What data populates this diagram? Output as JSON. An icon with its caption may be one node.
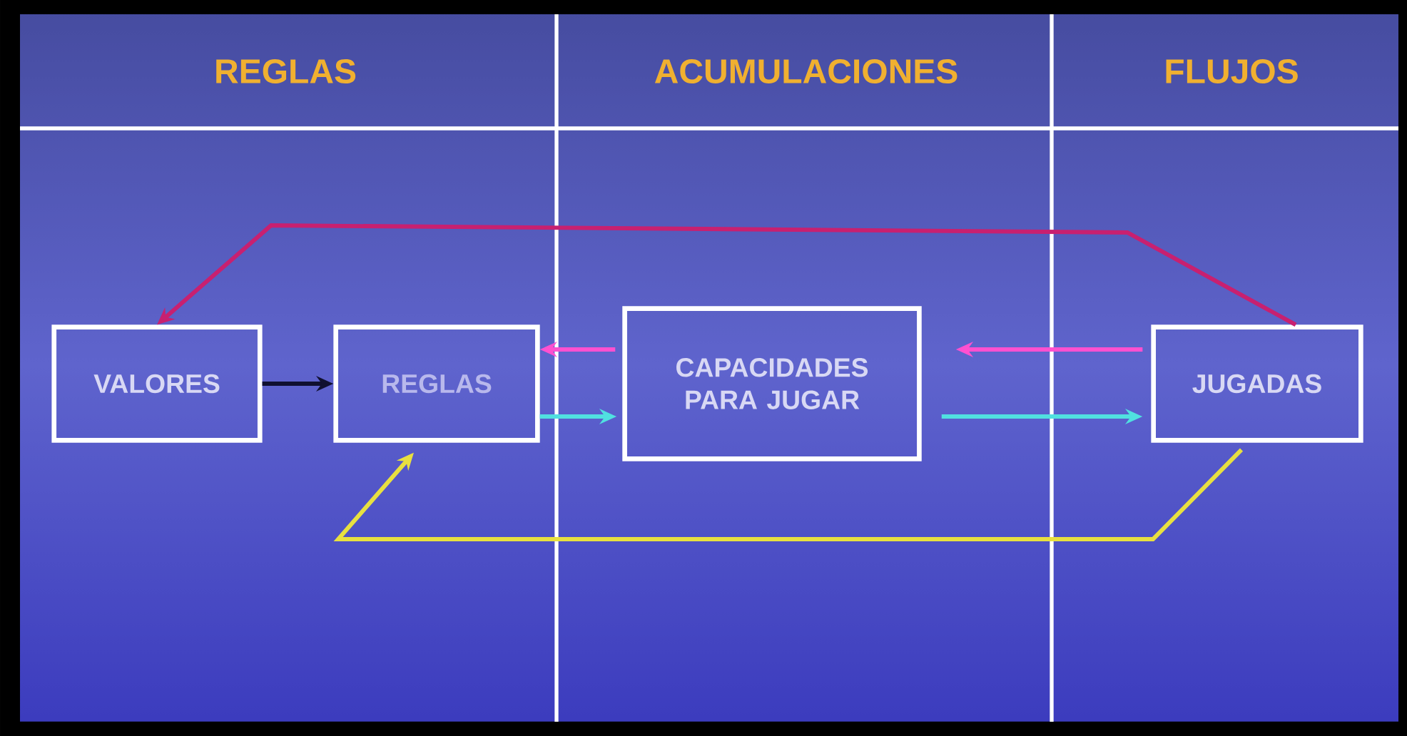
{
  "diagram": {
    "nodes": [
      {
        "text": [
          "VALORES"
        ]
      },
      {
        "text": [
          "REGLAS"
        ]
      },
      {
        "text": [
          "CAPACIDADES PARA JUGAR"
        ]
      },
      {
        "text": [
          "JUGADAS"
        ]
      }
    ],
    "edges": [
      {
        "from": 0,
        "to": 1,
        "arrow": "to",
        "color": "#101030"
      },
      {
        "from": 2,
        "to": 1,
        "arrow": "to",
        "color": "#ff50d0"
      },
      {
        "from": 1,
        "to": 2,
        "arrow": "to",
        "color": "#50e0e0"
      },
      {
        "from": 3,
        "to": 2,
        "arrow": "to",
        "color": "#ff50d0"
      },
      {
        "from": 2,
        "to": 3,
        "arrow": "to",
        "color": "#50e0e0"
      },
      {
        "from": 3,
        "to": 0,
        "arrow": "to",
        "color": "#c82070"
      },
      {
        "from": 3,
        "to": 1,
        "arrow": "to",
        "color": "#e8e040"
      }
    ],
    "labels": [
      "REGLAS",
      "ACUMULACIONES",
      "FLUJOS"
    ]
  }
}
